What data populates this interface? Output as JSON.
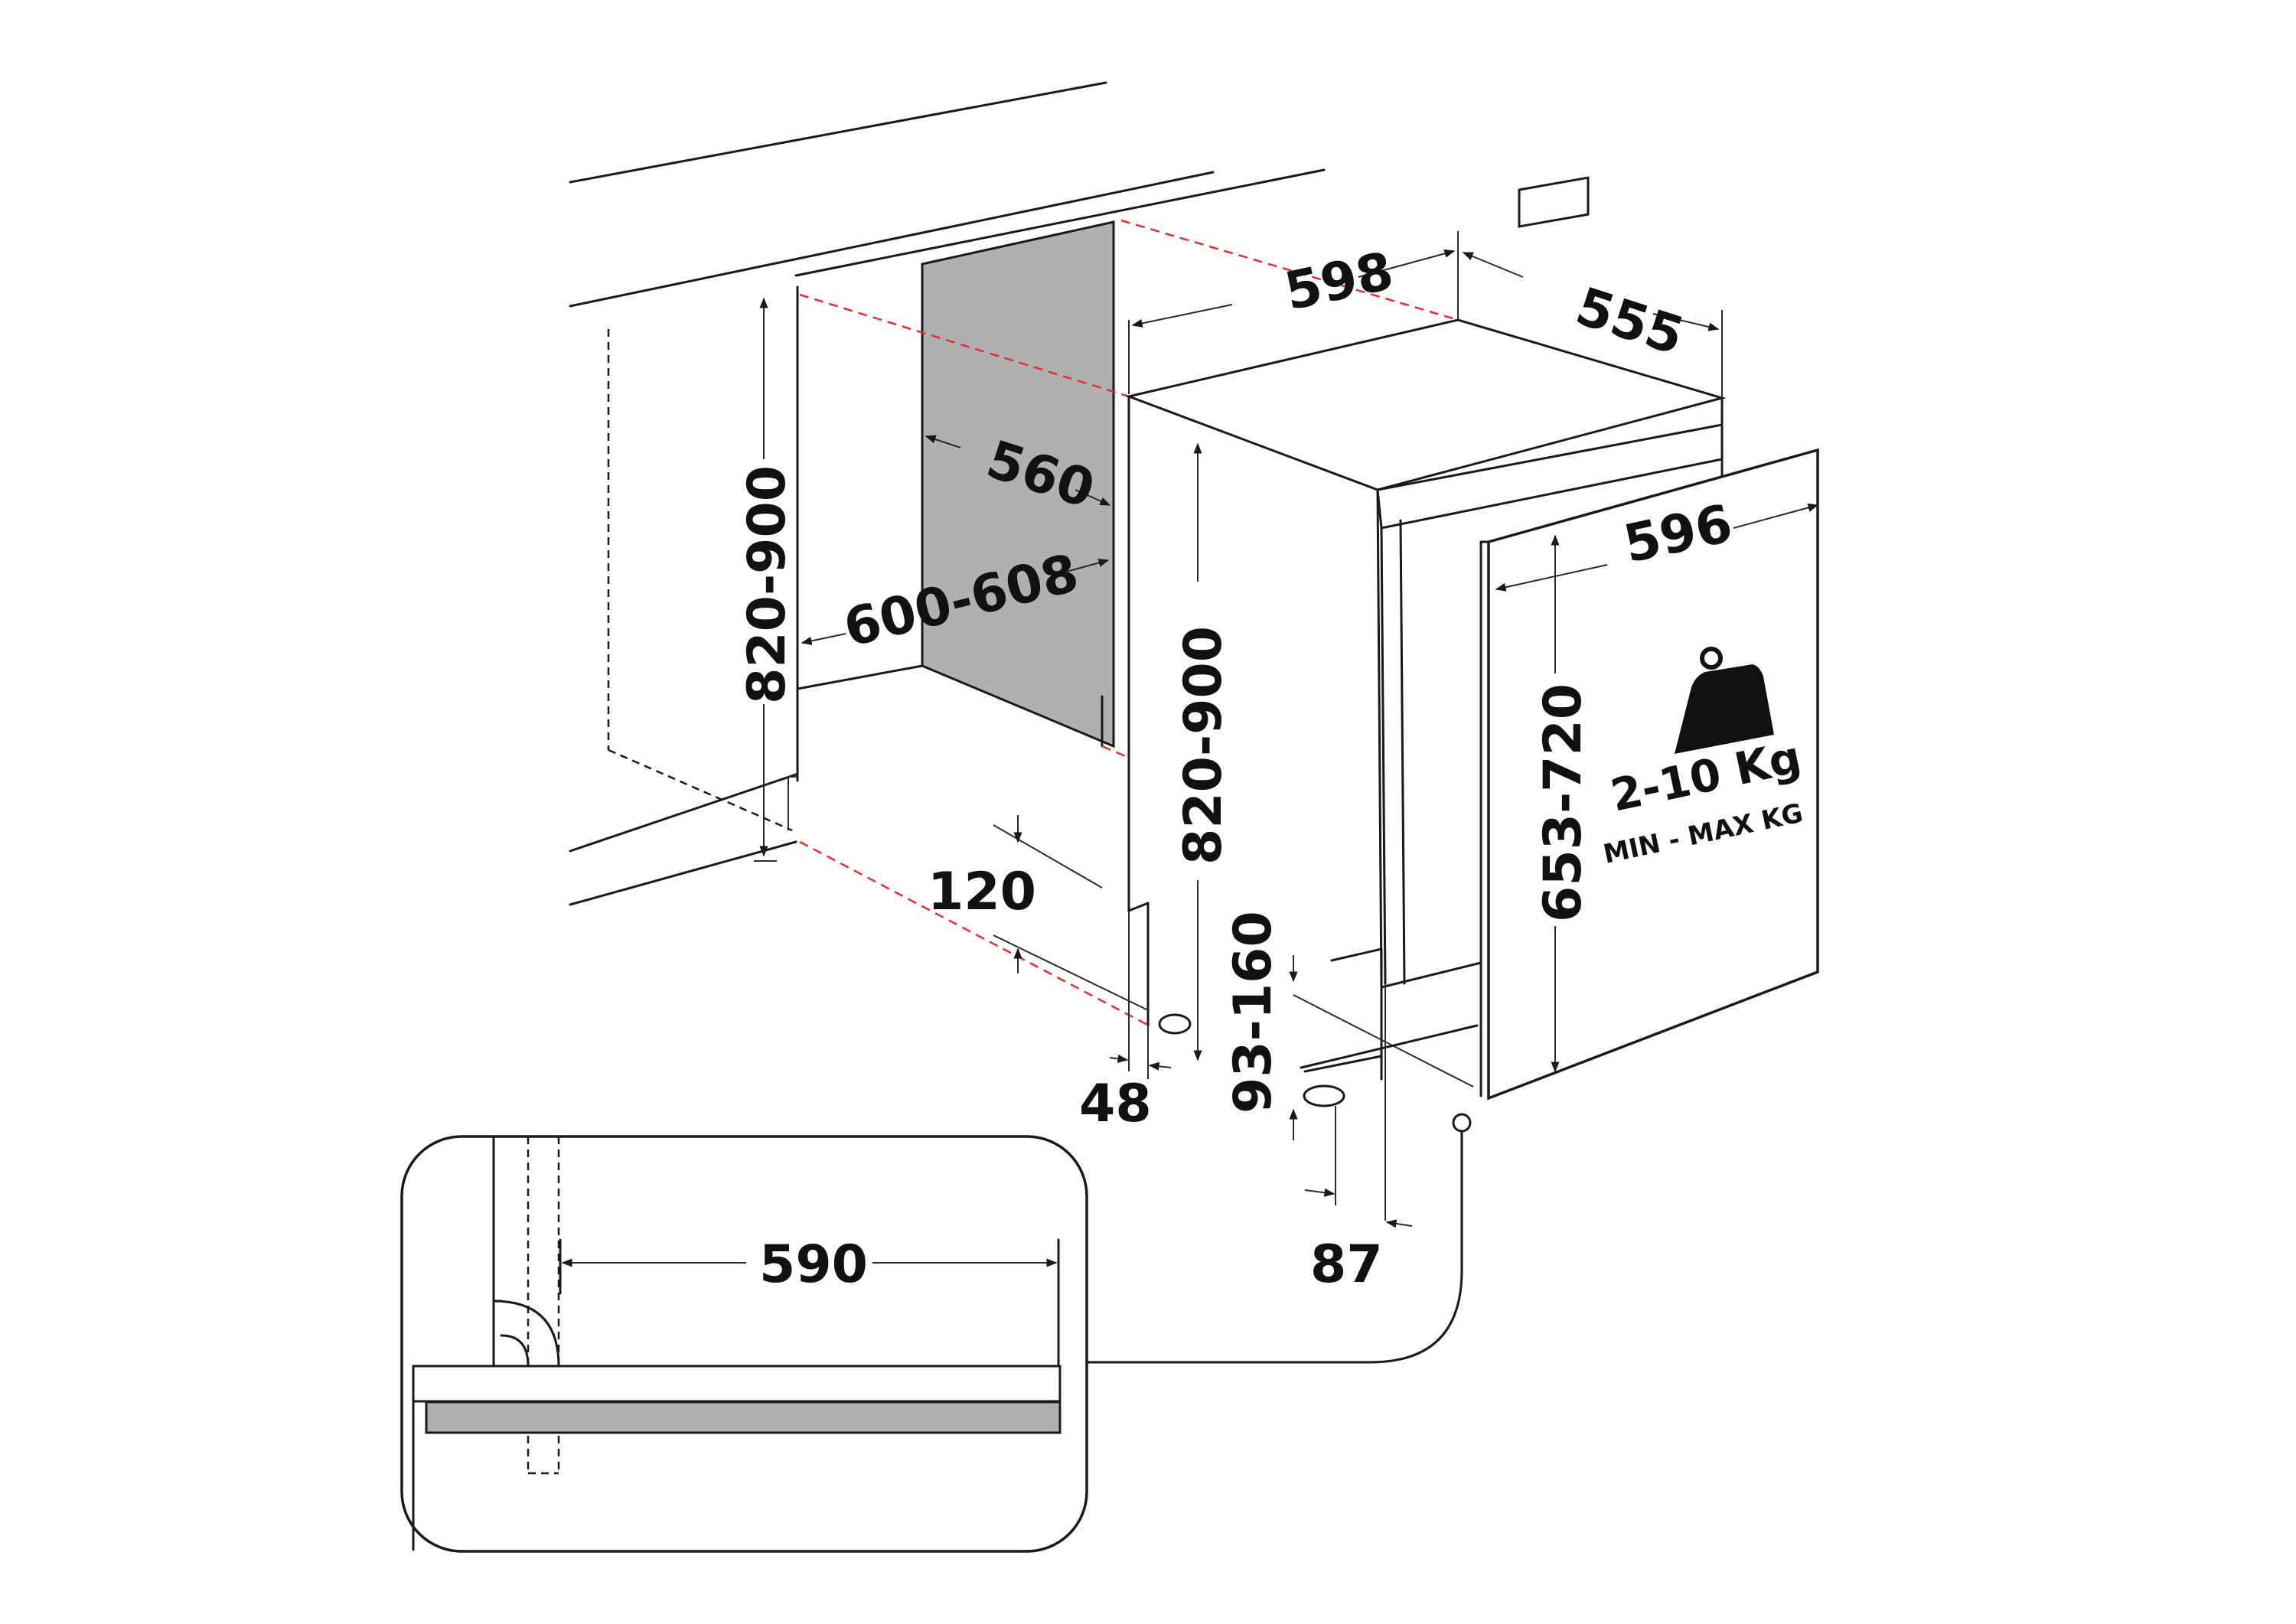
{
  "dimensions": {
    "top_depth": "598",
    "top_side": "555",
    "niche_depth": "560",
    "niche_width": "600-608",
    "niche_height": "820-900",
    "appliance_height": "820-900",
    "panel_width": "596",
    "panel_height": "653-720",
    "plinth_depth": "120",
    "foot_offset": "48",
    "plinth_height": "93-160",
    "door_gap": "87",
    "detail_width": "590"
  },
  "weight_badge": {
    "value": "2-10 Kg",
    "caption": "MIN - MAX KG"
  },
  "colors": {
    "line": "#1a1a1a",
    "guide": "#e03030",
    "panel_fill": "#b0b0b0"
  }
}
